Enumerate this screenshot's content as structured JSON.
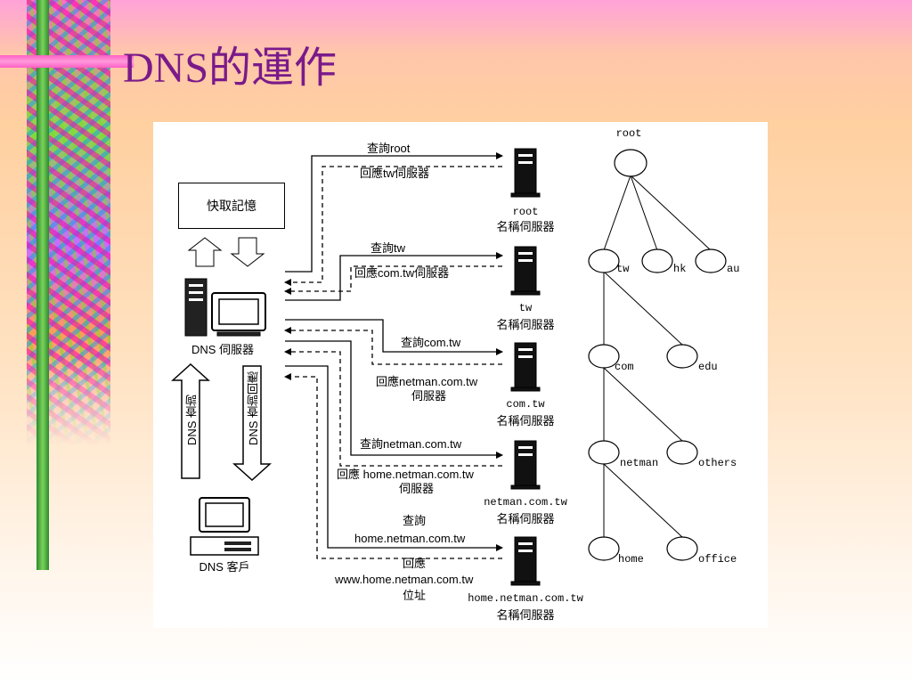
{
  "slide": {
    "title": "DNS的運作"
  },
  "diagram": {
    "cache": "快取記憶",
    "dns_server": "DNS 伺服器",
    "dns_client": "DNS 客戶",
    "dns_query": "DNS 查詢",
    "dns_reply": "DNS 查詢回應",
    "steps": [
      {
        "query": "查詢root",
        "reply": "回應tw伺服器"
      },
      {
        "query": "查詢tw",
        "reply": "回應com.tw伺服器"
      },
      {
        "query": "查詢com.tw",
        "reply_line1": "回應netman.com.tw",
        "reply_line2": "伺服器"
      },
      {
        "query": "查詢netman.com.tw",
        "reply_line1": "回應 home.netman.com.tw",
        "reply_line2": "伺服器"
      },
      {
        "query_line1": "查詢",
        "query_line2": "home.netman.com.tw",
        "reply_line1": "回應",
        "reply_line2": "www.home.netman.com.tw",
        "reply_line3": "位址"
      }
    ],
    "servers": [
      {
        "line1": "root",
        "line2": "名稱伺服器"
      },
      {
        "line1": "tw",
        "line2": "名稱伺服器"
      },
      {
        "line1": "com.tw",
        "line2": "名稱伺服器"
      },
      {
        "line1": "netman.com.tw",
        "line2": "名稱伺服器"
      },
      {
        "line1": "home.netman.com.tw",
        "line2": "名稱伺服器"
      }
    ],
    "tree": {
      "root": "root",
      "tw": "tw",
      "hk": "hk",
      "au": "au",
      "com": "com",
      "edu": "edu",
      "netman": "netman",
      "others": "others",
      "home": "home",
      "office": "office"
    }
  }
}
